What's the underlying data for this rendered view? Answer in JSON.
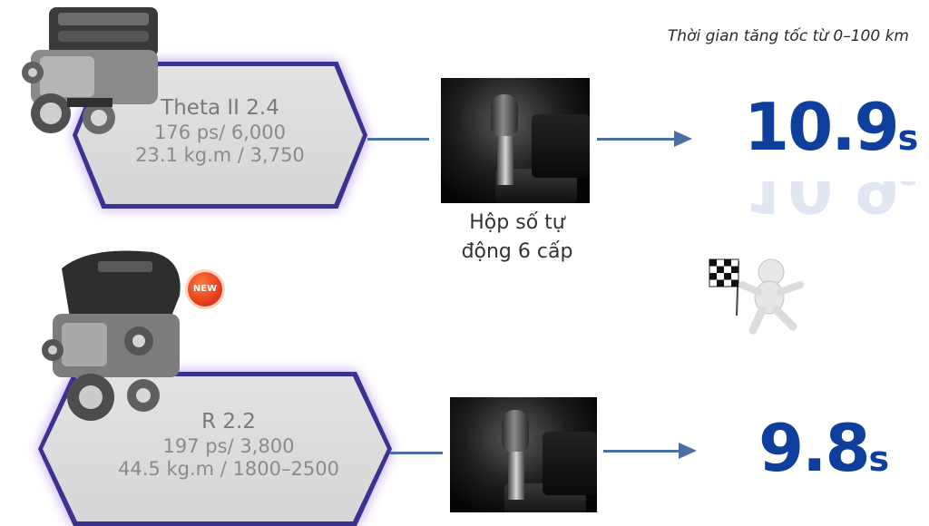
{
  "caption": "Thời gian tăng tốc từ 0–100 km",
  "engines": [
    {
      "name": "Theta II 2.4",
      "power": "176 ps/ 6,000",
      "torque": "23.1 kg.m / 3,750",
      "time_value": "10.9",
      "time_unit": "s"
    },
    {
      "name": "R 2.2",
      "power": "197 ps/ 3,800",
      "torque": "44.5 kg.m / 1800–2500",
      "time_value": "9.8",
      "time_unit": "s",
      "badge": "NEW"
    }
  ],
  "gearbox": {
    "label_line1": "Hộp số tự",
    "label_line2": "động 6 cấp"
  },
  "colors": {
    "accent_blue": "#0f3f9c",
    "arrow_blue": "#4a6fa5",
    "hex_border": "#3a3190",
    "hex_glow": "#aa78e6"
  }
}
